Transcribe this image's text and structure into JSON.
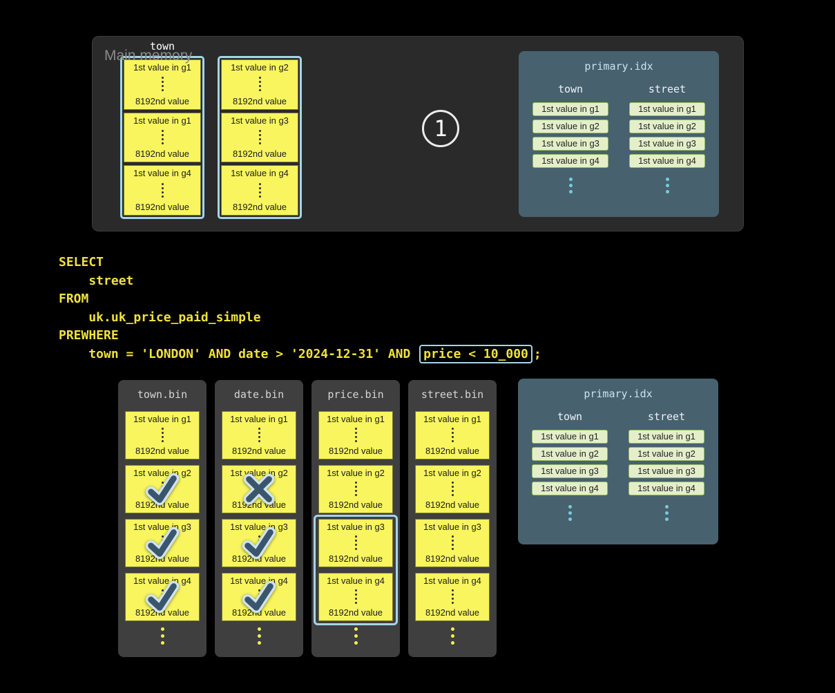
{
  "colors": {
    "background": "#000000",
    "memory_panel": "#2a2a2a",
    "granule_fill": "#f8f55f",
    "highlight_blue": "#a5d5e8",
    "idx_panel": "#47616e",
    "idx_chip_fill": "#e4efca",
    "idx_chip_border": "#93ba5f",
    "idx_dots": "#76ccdf",
    "sql_text": "#f0e23e",
    "bin_panel": "#3f3f3f",
    "mark_fill": "#3b566c",
    "mark_halo": "#cfe4ef"
  },
  "main_memory": {
    "label": "Main memory",
    "column_header": "town",
    "step_label": "1",
    "stacks": [
      {
        "granules": [
          {
            "top": "1st value in g1",
            "bottom": "8192nd value"
          },
          {
            "top": "1st value in g1",
            "bottom": "8192nd value"
          },
          {
            "top": "1st value in g4",
            "bottom": "8192nd value"
          }
        ]
      },
      {
        "granules": [
          {
            "top": "1st value in g2",
            "bottom": "8192nd value"
          },
          {
            "top": "1st value in g3",
            "bottom": "8192nd value"
          },
          {
            "top": "1st value in g4",
            "bottom": "8192nd value"
          }
        ]
      }
    ]
  },
  "primary_idx": {
    "title": "primary.idx",
    "columns": [
      {
        "header": "town",
        "entries": [
          "1st value in g1",
          "1st value in g2",
          "1st value in g3",
          "1st value in g4"
        ]
      },
      {
        "header": "street",
        "entries": [
          "1st value in g1",
          "1st value in g2",
          "1st value in g3",
          "1st value in g4"
        ]
      }
    ]
  },
  "sql": {
    "lines": [
      [
        {
          "text": "SELECT"
        }
      ],
      [
        {
          "text": "    street"
        }
      ],
      [
        {
          "text": "FROM"
        }
      ],
      [
        {
          "text": "    uk.uk_price_paid_simple"
        }
      ],
      [
        {
          "text": "PREWHERE"
        }
      ],
      [
        {
          "text": "    town = 'LONDON' AND date > '2024-12-31' AND "
        },
        {
          "text": "price < 10_000",
          "boxed": true
        },
        {
          "text": ";"
        }
      ]
    ]
  },
  "bin_files": [
    {
      "title": "town.bin",
      "granules": [
        {
          "top": "1st value in g1",
          "bottom": "8192nd value",
          "mark": null
        },
        {
          "top": "1st value in g2",
          "bottom": "8192nd value",
          "mark": "check"
        },
        {
          "top": "1st value in g3",
          "bottom": "8192nd value",
          "mark": "check"
        },
        {
          "top": "1st value in g4",
          "bottom": "8192nd value",
          "mark": "check"
        }
      ],
      "outline": null
    },
    {
      "title": "date.bin",
      "granules": [
        {
          "top": "1st value in g1",
          "bottom": "8192nd value",
          "mark": null
        },
        {
          "top": "1st value in g2",
          "bottom": "8192nd value",
          "mark": "x"
        },
        {
          "top": "1st value in g3",
          "bottom": "8192nd value",
          "mark": "check"
        },
        {
          "top": "1st value in g4",
          "bottom": "8192nd value",
          "mark": "check"
        }
      ],
      "outline": null
    },
    {
      "title": "price.bin",
      "granules": [
        {
          "top": "1st value in g1",
          "bottom": "8192nd value",
          "mark": null
        },
        {
          "top": "1st value in g2",
          "bottom": "8192nd value",
          "mark": null
        },
        {
          "top": "1st value in g3",
          "bottom": "8192nd value",
          "mark": null
        },
        {
          "top": "1st value in g4",
          "bottom": "8192nd value",
          "mark": null
        }
      ],
      "outline": {
        "from": 2,
        "to": 3
      }
    },
    {
      "title": "street.bin",
      "granules": [
        {
          "top": "1st value in g1",
          "bottom": "8192nd value",
          "mark": null
        },
        {
          "top": "1st value in g2",
          "bottom": "8192nd value",
          "mark": null
        },
        {
          "top": "1st value in g3",
          "bottom": "8192nd value",
          "mark": null
        },
        {
          "top": "1st value in g4",
          "bottom": "8192nd value",
          "mark": null
        }
      ],
      "outline": null
    }
  ]
}
